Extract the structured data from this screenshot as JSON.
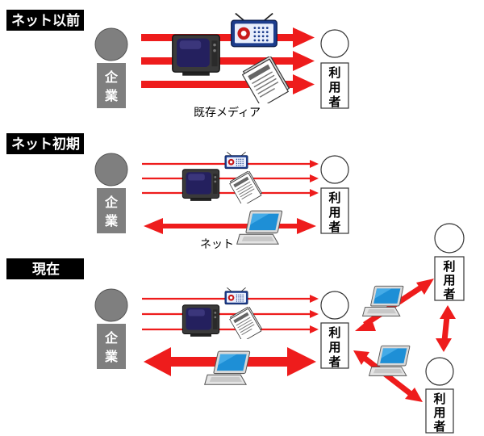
{
  "colors": {
    "arrow": "#ee1c1c",
    "person_fill": "#7f7f7f",
    "label_bg": "#000000",
    "screen": "#1f1a57",
    "laptop_screen": "#1e90d6"
  },
  "sections": [
    {
      "label": "ネット以前",
      "corp_chars": [
        "企",
        "業"
      ],
      "user_chars": [
        "利",
        "用",
        "者"
      ],
      "caption": "既存メディア"
    },
    {
      "label": "ネット初期",
      "corp_chars": [
        "企",
        "業"
      ],
      "user_chars": [
        "利",
        "用",
        "者"
      ],
      "caption": "ネット"
    },
    {
      "label": "現在",
      "corp_chars": [
        "企",
        "業"
      ],
      "user_chars": [
        "利",
        "用",
        "者"
      ],
      "extra_users": [
        {
          "chars": [
            "利",
            "用",
            "者"
          ]
        },
        {
          "chars": [
            "利",
            "用",
            "者"
          ]
        }
      ]
    }
  ],
  "icons": [
    "tv-icon",
    "radio-icon",
    "newspaper-icon",
    "laptop-icon"
  ]
}
